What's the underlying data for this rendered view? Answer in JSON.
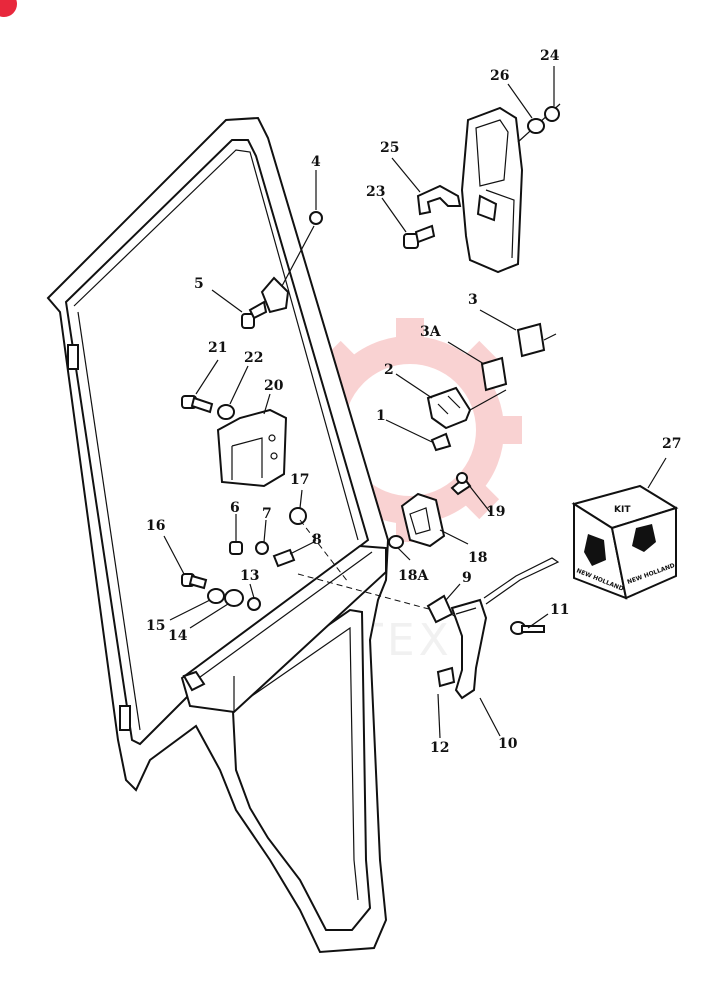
{
  "watermark": {
    "text": "ИНТЕХ",
    "color": "#f08080"
  },
  "badge": {
    "color": "#e8283c"
  },
  "callouts": [
    {
      "id": "c1",
      "label": "1"
    },
    {
      "id": "c2",
      "label": "2"
    },
    {
      "id": "c3",
      "label": "3"
    },
    {
      "id": "c3a",
      "label": "3A"
    },
    {
      "id": "c4",
      "label": "4"
    },
    {
      "id": "c5",
      "label": "5"
    },
    {
      "id": "c6",
      "label": "6"
    },
    {
      "id": "c7",
      "label": "7"
    },
    {
      "id": "c8",
      "label": "8"
    },
    {
      "id": "c9",
      "label": "9"
    },
    {
      "id": "c10",
      "label": "10"
    },
    {
      "id": "c11",
      "label": "11"
    },
    {
      "id": "c12",
      "label": "12"
    },
    {
      "id": "c13",
      "label": "13"
    },
    {
      "id": "c14",
      "label": "14"
    },
    {
      "id": "c15",
      "label": "15"
    },
    {
      "id": "c16",
      "label": "16"
    },
    {
      "id": "c17",
      "label": "17"
    },
    {
      "id": "c18",
      "label": "18"
    },
    {
      "id": "c18a",
      "label": "18A"
    },
    {
      "id": "c19",
      "label": "19"
    },
    {
      "id": "c20",
      "label": "20"
    },
    {
      "id": "c21",
      "label": "21"
    },
    {
      "id": "c22",
      "label": "22"
    },
    {
      "id": "c23",
      "label": "23"
    },
    {
      "id": "c24",
      "label": "24"
    },
    {
      "id": "c25",
      "label": "25"
    },
    {
      "id": "c26",
      "label": "26"
    },
    {
      "id": "c27",
      "label": "27"
    }
  ],
  "kit_box": {
    "label": "KIT",
    "brand_left": "NEW HOLLAND",
    "brand_right": "NEW HOLLAND"
  }
}
